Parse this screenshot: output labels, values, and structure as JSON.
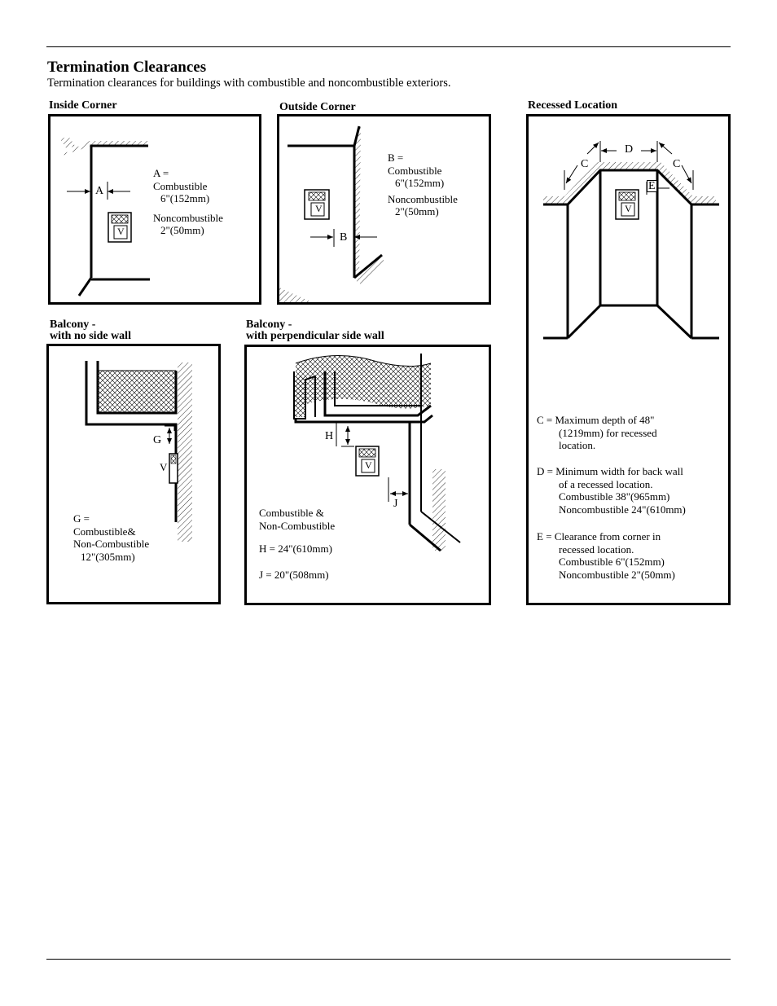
{
  "header": {
    "title": "Termination Clearances",
    "subtitle": "Termination clearances for buildings with combustible and noncombustible exteriors."
  },
  "inside_corner": {
    "label": "Inside Corner",
    "dim": "A",
    "vent": "V",
    "lines": [
      "A =",
      "Combustible",
      "6\"(152mm)",
      "Noncombustible",
      "2\"(50mm)"
    ]
  },
  "outside_corner": {
    "label": "Outside Corner",
    "dim": "B",
    "vent": "V",
    "lines": [
      "B =",
      "Combustible",
      "6\"(152mm)",
      "Noncombustible",
      "2\"(50mm)"
    ]
  },
  "recessed": {
    "label": "Recessed Location",
    "dims": {
      "c1": "C",
      "d": "D",
      "c2": "C",
      "e": "E"
    },
    "vent": "V",
    "c_lines": [
      "C = Maximum depth of 48\"",
      "(1219mm) for recessed",
      "location."
    ],
    "d_lines": [
      "D = Minimum width for back wall",
      "of a recessed location.",
      "Combustible 38\"(965mm)",
      "Noncombustible 24\"(610mm)"
    ],
    "e_lines": [
      "E = Clearance from corner in",
      "recessed location.",
      "Combustible 6\"(152mm)",
      "Noncombustible 2\"(50mm)"
    ]
  },
  "balcony_no_side": {
    "label_line1": "Balcony -",
    "label_line2": "with no side wall",
    "dim": "G",
    "vent": "V",
    "lines": [
      "G =",
      "Combustible&",
      "Non-Combustible",
      "12\"(305mm)"
    ]
  },
  "balcony_perp": {
    "label_line1": "Balcony -",
    "label_line2": "with perpendicular side wall",
    "dims": {
      "h": "H",
      "j": "J"
    },
    "vent": "V",
    "lines": [
      "Combustible &",
      "Non-Combustible"
    ],
    "h_value": "H = 24\"(610mm)",
    "j_value": "J = 20\"(508mm)"
  }
}
